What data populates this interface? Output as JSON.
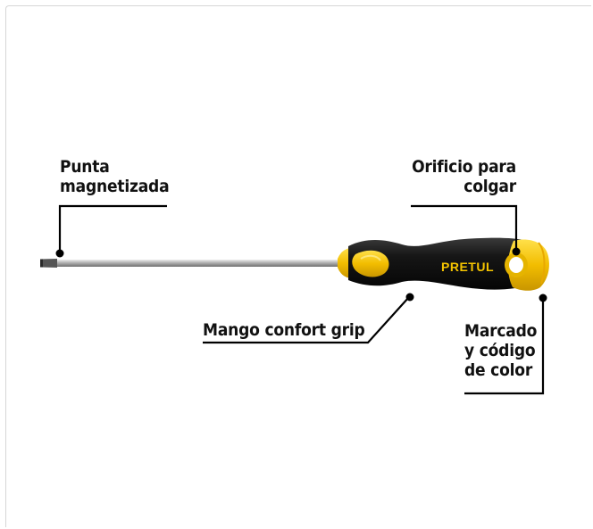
{
  "product": {
    "brand": "PRETUL"
  },
  "callouts": {
    "tip": {
      "lines": [
        "Punta",
        "magnetizada"
      ]
    },
    "hole": {
      "lines": [
        "Orificio para",
        "colgar"
      ]
    },
    "grip": {
      "lines": [
        "Mango confort grip"
      ]
    },
    "marking": {
      "lines": [
        "Marcado",
        "y código",
        "de color"
      ]
    }
  },
  "colors": {
    "handle_black": "#141414",
    "handle_yellow": "#f5c400",
    "shaft_steel": "#b9b9b9",
    "leader_line": "#000000"
  }
}
